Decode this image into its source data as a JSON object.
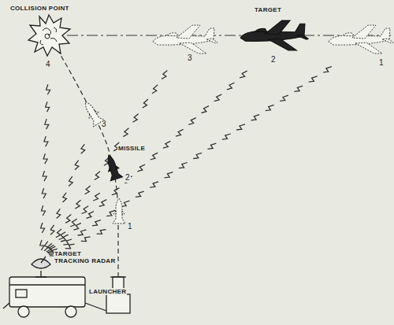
{
  "diagram": {
    "labels": [
      "COLLISION POINT",
      "4",
      "TARGET",
      "3",
      "2",
      "1",
      "MISSILE",
      "3",
      "2",
      "1",
      "TARGET TRACKING RADAR",
      "LAUNCHER"
    ]
  }
}
